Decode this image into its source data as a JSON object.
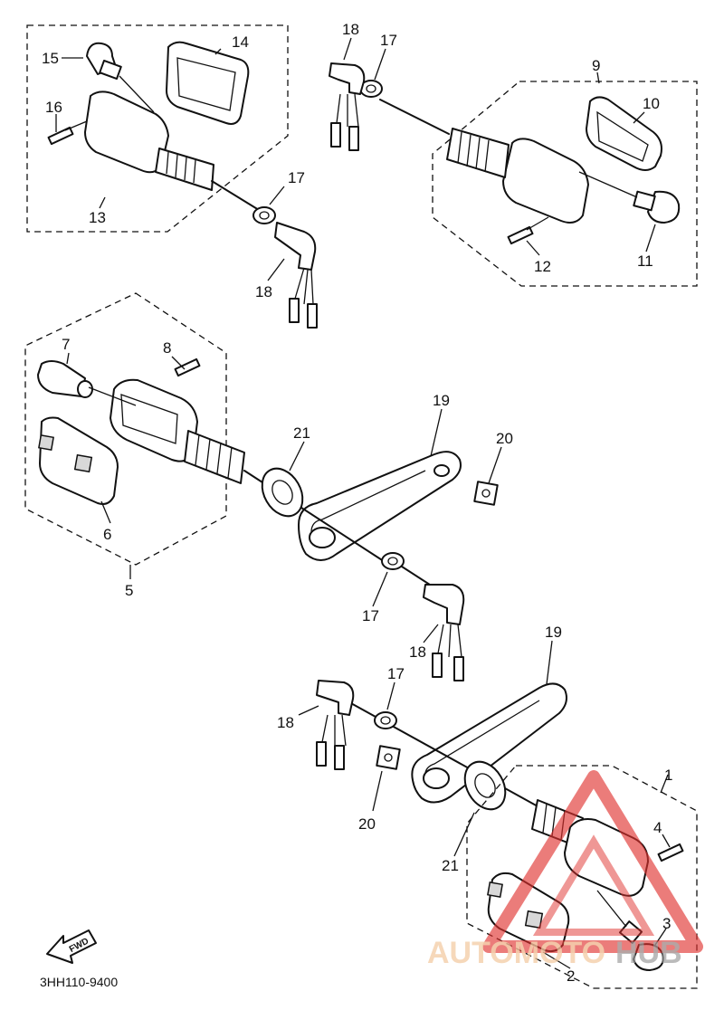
{
  "diagram_code": "3HH110-9400",
  "fwd_label": "FWD",
  "watermark": {
    "brand": "AUTOMOTO",
    "suffix": "HUB",
    "accent_color": "#e0322f",
    "text_color": "#f2c9a0"
  },
  "callouts": {
    "c1": "1",
    "c2": "2",
    "c3": "3",
    "c4": "4",
    "c5": "5",
    "c6": "6",
    "c7": "7",
    "c8": "8",
    "c9": "9",
    "c10": "10",
    "c11": "11",
    "c12": "12",
    "c13": "13",
    "c14": "14",
    "c15": "15",
    "c16": "16",
    "c17a": "17",
    "c17b": "17",
    "c17c": "17",
    "c17d": "17",
    "c18a": "18",
    "c18b": "18",
    "c18c": "18",
    "c18d": "18",
    "c19a": "19",
    "c19b": "19",
    "c20a": "20",
    "c20b": "20",
    "c21a": "21",
    "c21b": "21"
  }
}
